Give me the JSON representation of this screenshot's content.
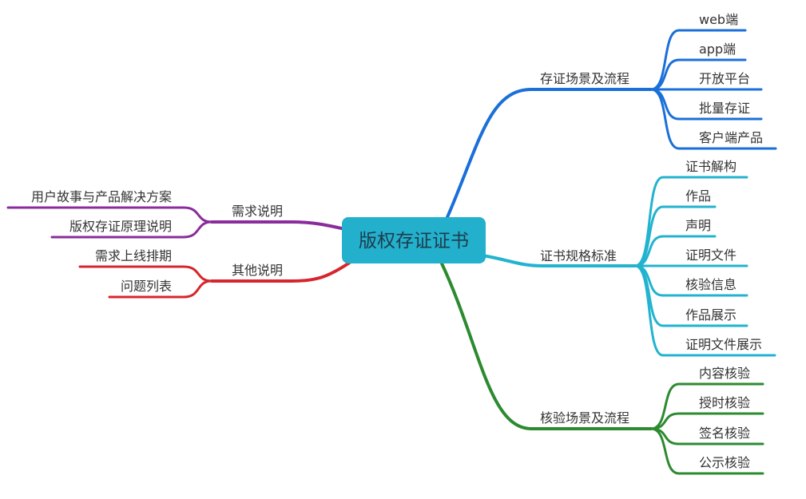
{
  "central_topic": "版权存证证书",
  "center_color": "#22b0cc",
  "branches": {
    "scene_flow": {
      "label": "存证场景及流程",
      "color": "#1a6fd8",
      "children": [
        "web端",
        "app端",
        "开放平台",
        "批量存证",
        "客户端产品"
      ]
    },
    "cert_spec": {
      "label": "证书规格标准",
      "color": "#22b3cf",
      "children": [
        "证书解构",
        "作品",
        "声明",
        "证明文件",
        "核验信息",
        "作品展示",
        "证明文件展示"
      ]
    },
    "verify_flow": {
      "label": "核验场景及流程",
      "color": "#2c8a30",
      "children": [
        "内容核验",
        "授时核验",
        "签名核验",
        "公示核验"
      ]
    },
    "requirements": {
      "label": "需求说明",
      "color": "#8a2c9b",
      "children": [
        "用户故事与产品解决方案",
        "版权存证原理说明"
      ]
    },
    "other_notes": {
      "label": "其他说明",
      "color": "#d6262d",
      "children": [
        "需求上线排期",
        "问题列表"
      ]
    }
  }
}
